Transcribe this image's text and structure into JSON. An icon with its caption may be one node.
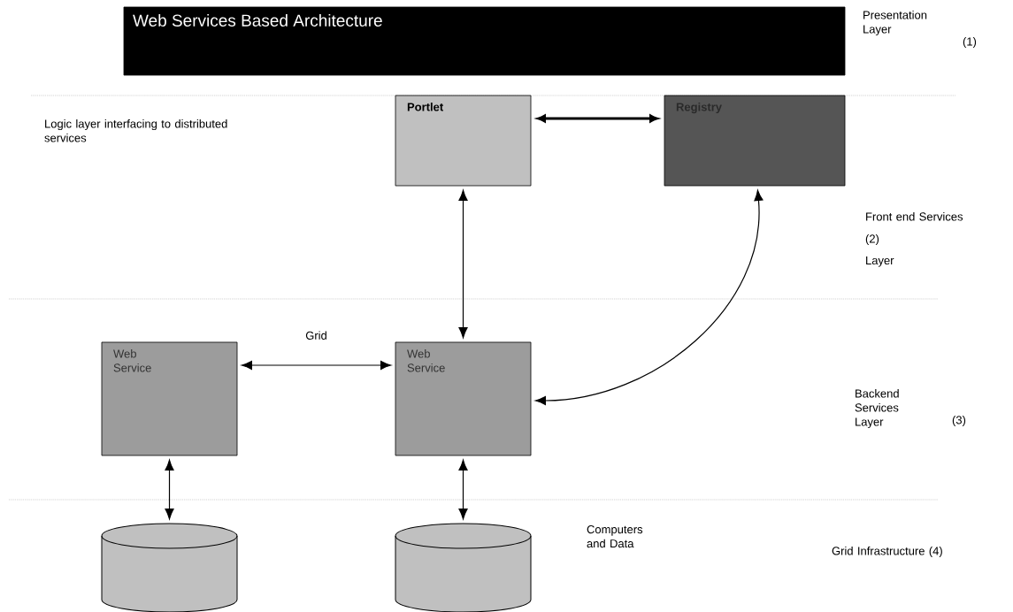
{
  "diagram": {
    "nodes": [
      {
        "text": [
          "Web Services Based Architecture"
        ]
      },
      {
        "text": [
          "Portlet"
        ]
      },
      {
        "text": [
          "Registry"
        ]
      },
      {
        "text": [
          "Web Service"
        ]
      },
      {
        "text": [
          "Web Service"
        ]
      },
      {
        "text": [],
        "shape": "cylinder"
      },
      {
        "text": [],
        "shape": "cylinder"
      }
    ],
    "edges": [
      {
        "from": 1,
        "to": 2,
        "arrow": "both",
        "style": "thick"
      },
      {
        "from": 4,
        "to": 1,
        "arrow": "both"
      },
      {
        "from": 4,
        "to": 2,
        "arrow": "both"
      },
      {
        "from": 3,
        "to": 4,
        "arrow": "both",
        "label": "Grid"
      },
      {
        "from": 3,
        "to": 5,
        "arrow": "both"
      },
      {
        "from": 4,
        "to": 6,
        "arrow": "both"
      }
    ],
    "labels": [
      "Presentation Layer",
      "(1)",
      "Logic layer interfacing to distributed services",
      "Front end Services",
      "(2)",
      "Layer",
      "Backend Services Layer",
      "(3)",
      "Computers and Data",
      "Grid Infrastructure (4)"
    ]
  }
}
